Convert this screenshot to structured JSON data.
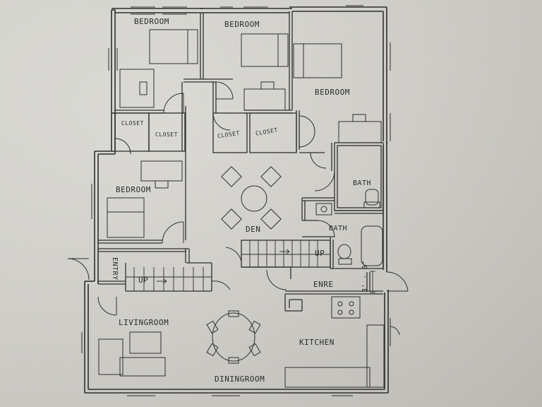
{
  "rooms": {
    "bedroom_1": "BEDROOM",
    "bedroom_2": "BEDROOM",
    "bedroom_3": "BEDROOM",
    "bedroom_4": "BEDROOM",
    "closet_1": "CLOSET",
    "closet_2": "CLOSET",
    "closet_3": "CLOSET",
    "closet_4": "CLOSET",
    "bath_1": "BATH",
    "bath_2": "BATH",
    "den": "DEN",
    "entry_side": "ENTRY",
    "entry_back": "ENRE",
    "living": "LIVINGROOM",
    "dining": "DININGROOM",
    "kitchen": "KITCHEN"
  },
  "stairs": {
    "up_1": "UP",
    "up_2": "UP"
  },
  "dimension": "3' - 0\"",
  "colors": {
    "ink": "#2f2f2f",
    "paper": "#d4d3cd"
  }
}
